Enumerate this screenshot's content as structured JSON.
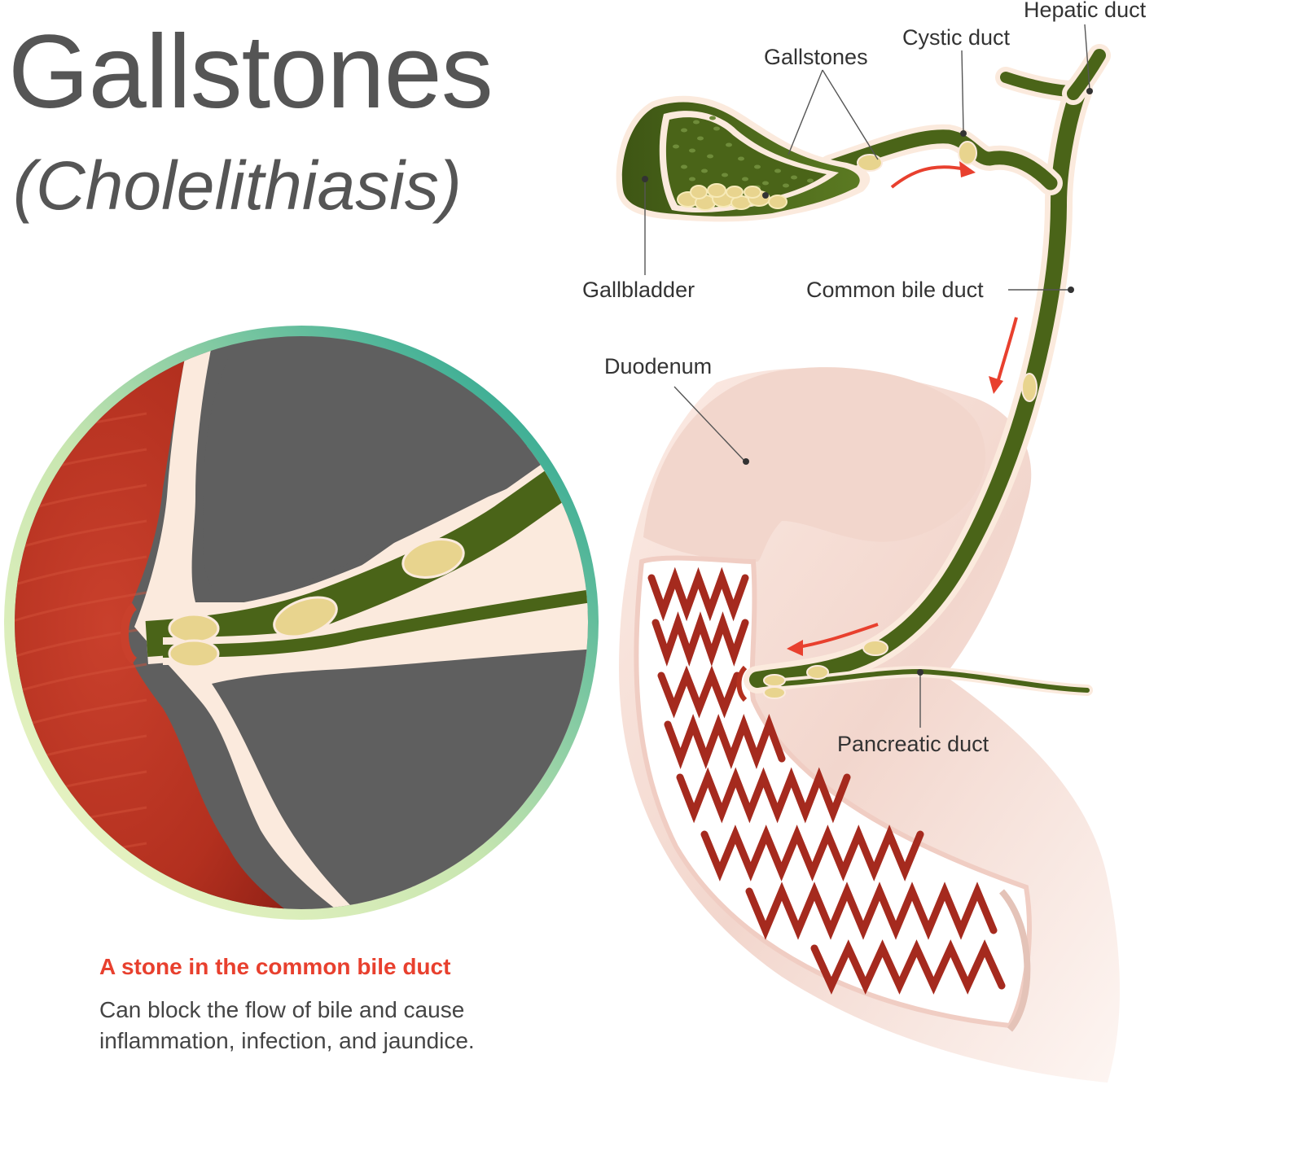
{
  "title": "Gallstones",
  "subtitle": "(Cholelithiasis)",
  "labels": {
    "hepatic_duct": "Hepatic duct",
    "cystic_duct": "Cystic duct",
    "gallstones": "Gallstones",
    "gallbladder": "Gallbladder",
    "common_bile_duct": "Common bile duct",
    "duodenum": "Duodenum",
    "pancreatic_duct": "Pancreatic duct"
  },
  "caption": {
    "heading": "A stone in the common bile duct",
    "body": "Can block the flow of bile and cause inflammation, infection, and jaundice."
  },
  "colors": {
    "bile_green": "#4a6418",
    "stone": "#e8d48e",
    "tissue": "#fbeadd",
    "muscle_red": "#a52a1e",
    "arrow": "#e8402e",
    "zoom_fill": "#5f5f5f",
    "ring_start": "#d8ecb0",
    "ring_end": "#1a9a8a"
  }
}
